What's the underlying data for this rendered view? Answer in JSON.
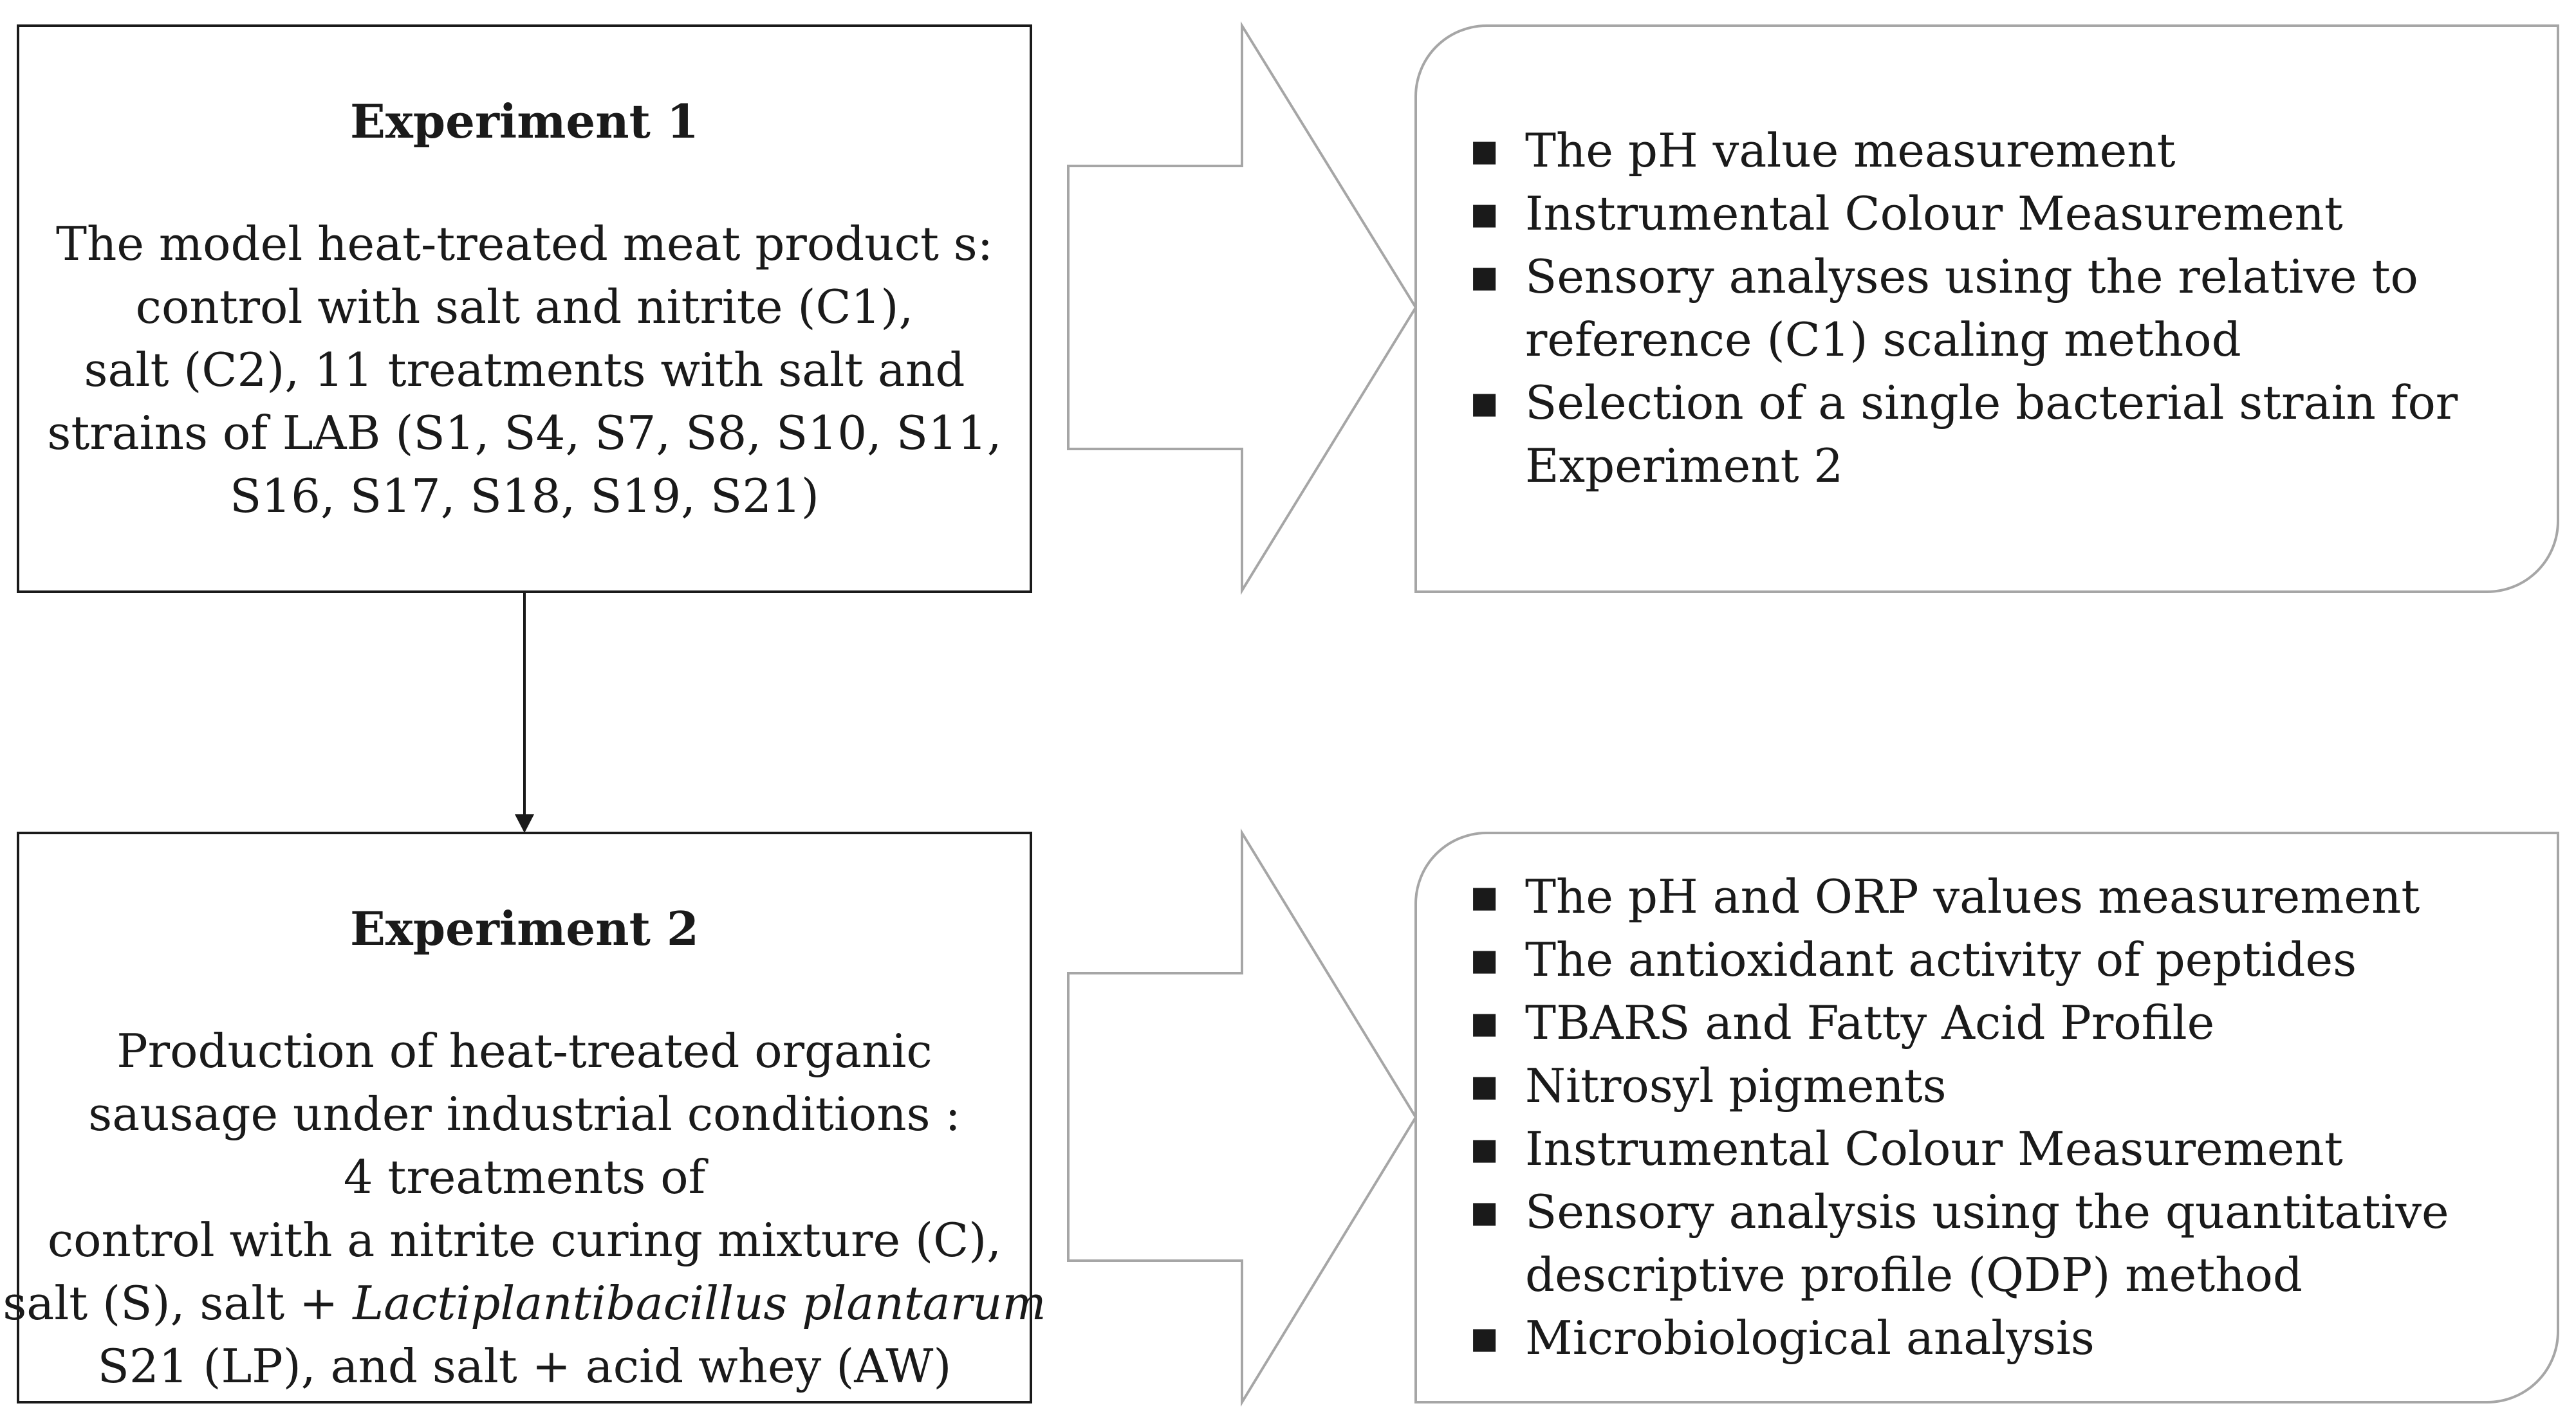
{
  "experiment1": {
    "title": "Experiment 1",
    "lines": [
      "The model heat-treated meat product s:",
      "control with salt and nitrite (C1),",
      "salt (C2), 11 treatments with salt and",
      "strains of LAB (S1, S4, S7, S8, S10, S11,",
      "S16, S17, S18, S19, S21)"
    ],
    "outcomes": [
      "The pH value measurement",
      "Instrumental Colour Measurement",
      "Sensory analyses using the relative to\nreference (C1) scaling method",
      "Selection of a single bacterial strain for\nExperiment 2"
    ]
  },
  "experiment2": {
    "title": "Experiment 2",
    "lines": [
      "Production of heat-treated organic",
      "sausage under industrial conditions :",
      "4 treatments of",
      "control with a nitrite curing mixture (C),"
    ],
    "line5_prefix": "salt (S), salt + ",
    "line5_species": "Lactiplantibacillus plantarum",
    "line6": "S21 (LP), and salt + acid whey (AW)",
    "outcomes": [
      "The pH and ORP values measurement",
      "The antioxidant activity of peptides",
      "TBARS and Fatty Acid Profile",
      "Nitrosyl pigments",
      "Instrumental Colour Measurement",
      "Sensory analysis using the quantitative\ndescriptive profile (QDP) method",
      "Microbiological analysis"
    ]
  },
  "bullet_glyph": "■",
  "colors": {
    "box_border": "#1a1a1a",
    "arrow_outline": "#a6a6a6",
    "outcome_border": "#a6a6a6",
    "text": "#1a1a1a"
  }
}
